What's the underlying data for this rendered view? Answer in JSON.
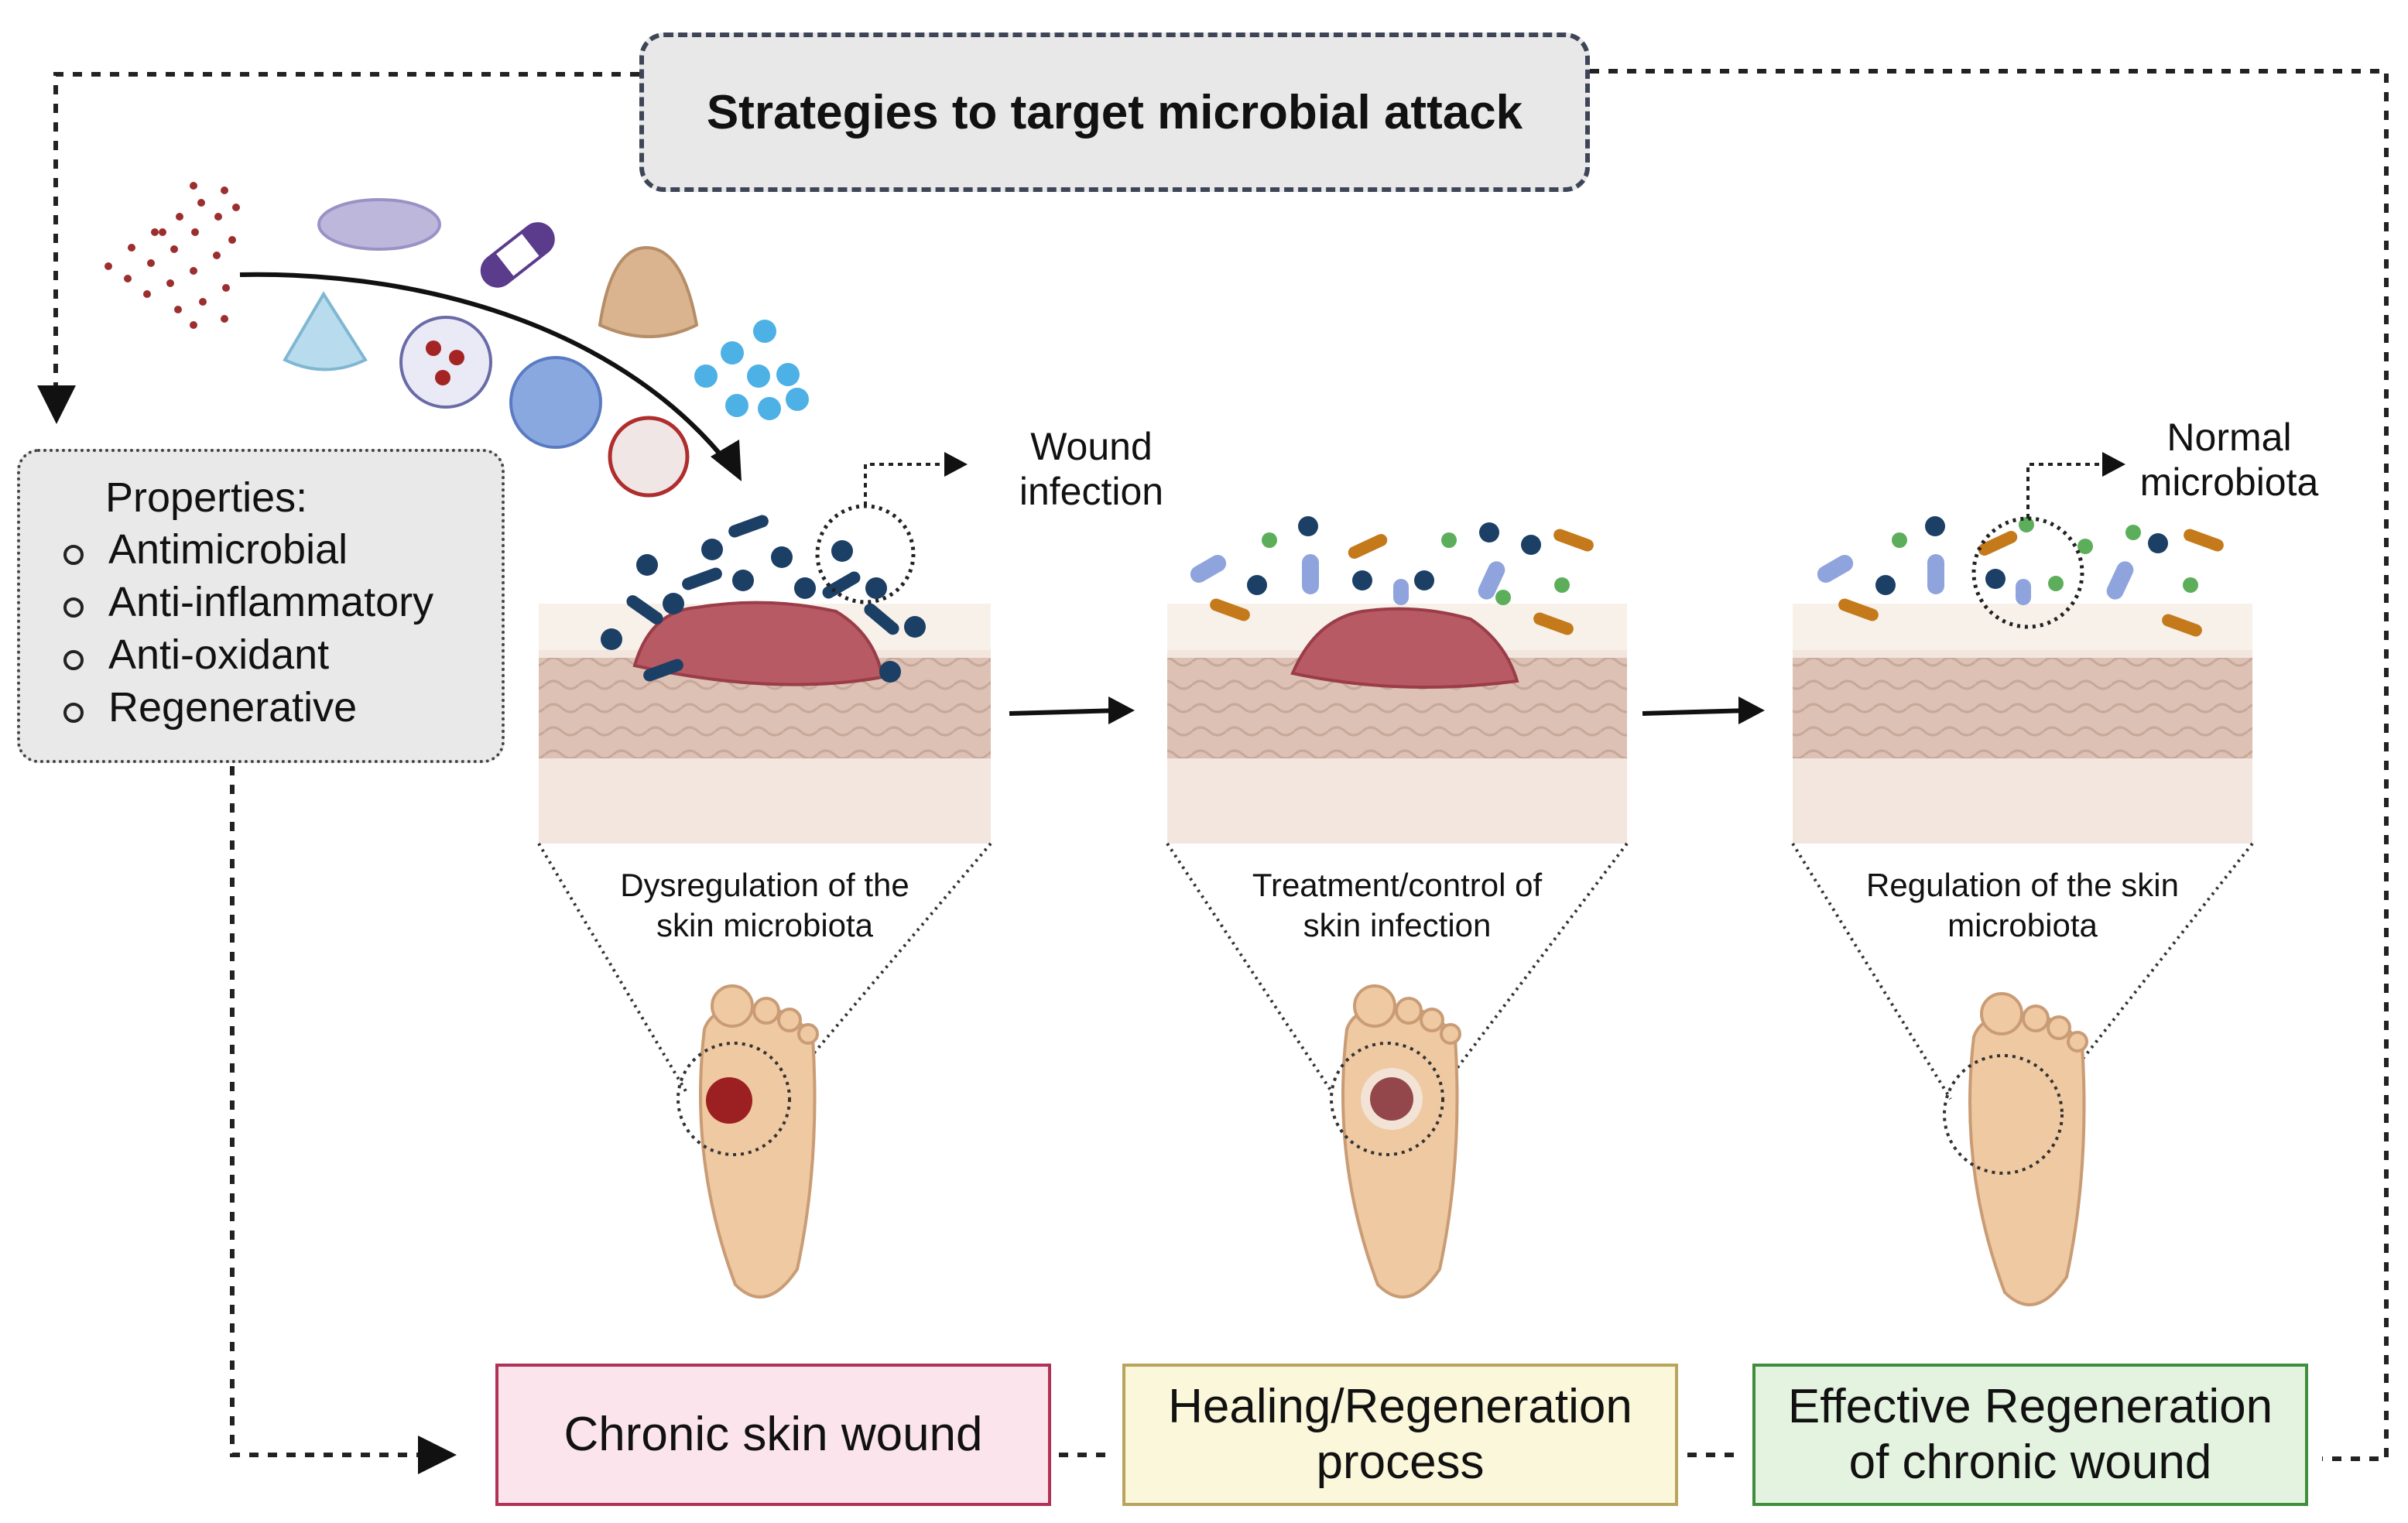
{
  "title": "Strategies to target microbial attack",
  "properties": {
    "heading": "Properties:",
    "items": [
      "Antimicrobial",
      "Anti-inflammatory",
      "Anti-oxidant",
      "Regenerative"
    ]
  },
  "panels": [
    {
      "caption_line1": "Dysregulation of the",
      "caption_line2": "skin microbiota"
    },
    {
      "caption_line1": "Treatment/control of",
      "caption_line2": "skin infection"
    },
    {
      "caption_line1": "Regulation of the  skin",
      "caption_line2": "microbiota"
    }
  ],
  "callouts": {
    "wound_infection_line1": "Wound",
    "wound_infection_line2": "infection",
    "normal_microbiota_line1": "Normal",
    "normal_microbiota_line2": "microbiota"
  },
  "stages": [
    {
      "line1": "Chronic skin wound",
      "line2": ""
    },
    {
      "line1": "Healing/Regeneration",
      "line2": "process"
    },
    {
      "line1": "Effective Regeneration",
      "line2": "of chronic wound"
    }
  ],
  "colors": {
    "stage1_fill": "#fbe4ec",
    "stage1_border": "#b03356",
    "stage2_fill": "#fbf7da",
    "stage2_border": "#b9a35d",
    "stage3_fill": "#e4f3df",
    "stage3_border": "#3f8e3d",
    "bacteria": "#1c3f66",
    "wound": "#b85a63",
    "skin": "#e9d2c6",
    "foot": "#efc9a2"
  }
}
